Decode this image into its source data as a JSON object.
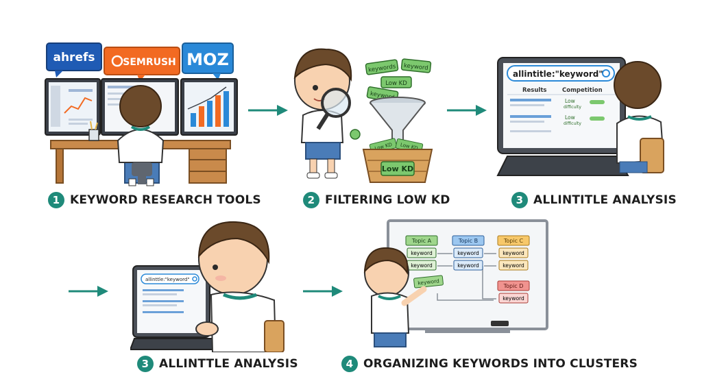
{
  "colors": {
    "teal": "#1f8a7a",
    "ahrefs": "#1f5bb4",
    "semrush": "#f26a22",
    "moz": "#2a89d8",
    "low_kd_green": "#7cc86e",
    "topic_a": "#9fd68c",
    "topic_b": "#9cc7f0",
    "topic_c": "#f7c86a",
    "topic_d": "#f0938f"
  },
  "step1": {
    "number": "1",
    "label": "KEYWORD RESEARCH TOOLS",
    "logos": {
      "ahrefs": "ahrefs",
      "semrush": "SEMRUSH",
      "moz": "MOZ"
    }
  },
  "step2": {
    "number": "2",
    "label": "FILTERING LOW KD",
    "tags": {
      "t1": "keywords",
      "t2": "keyword",
      "t3": "Low KD",
      "t4": "keyword",
      "t5": "Low KD",
      "t6": "Low KD"
    },
    "basket_label": "Low KD"
  },
  "step3a": {
    "number": "3",
    "label": "ALLINTITLE ANALYSIS",
    "search": "allintitle:\"keyword\"",
    "col_results": "Results",
    "col_competition": "Competition",
    "row1": "Low",
    "row1_sub": "difficulty",
    "row2": "Low",
    "row2_sub": "difficulty"
  },
  "step3b": {
    "number": "3",
    "label": "ALLINTTLE ANALYSIS",
    "search": "allinttle:\"keyword\""
  },
  "step4": {
    "number": "4",
    "label": "ORGANIZING KEYWORDS INTO CLUSTERS",
    "topic_a": {
      "title": "Topic A",
      "items": [
        "keyword",
        "keyword"
      ]
    },
    "topic_b": {
      "title": "Topic B",
      "items": [
        "keyword",
        "keyword"
      ]
    },
    "topic_c": {
      "title": "Topic C",
      "items": [
        "keyword",
        "keyword"
      ]
    },
    "topic_d": {
      "title": "Topic D",
      "items": [
        "keyword"
      ]
    },
    "held_card": "keyword"
  }
}
